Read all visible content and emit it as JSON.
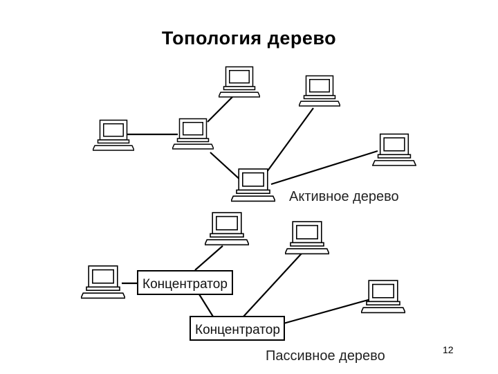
{
  "title": "Топология дерево",
  "active_tree": {
    "label": "Активное дерево"
  },
  "passive_tree": {
    "label": "Пассивное дерево",
    "hub_top": "Концентратор",
    "hub_bottom": "Концентратор"
  },
  "page_number": "12",
  "colors": {
    "line": "#000000",
    "screen_fill": "#ffffff"
  }
}
